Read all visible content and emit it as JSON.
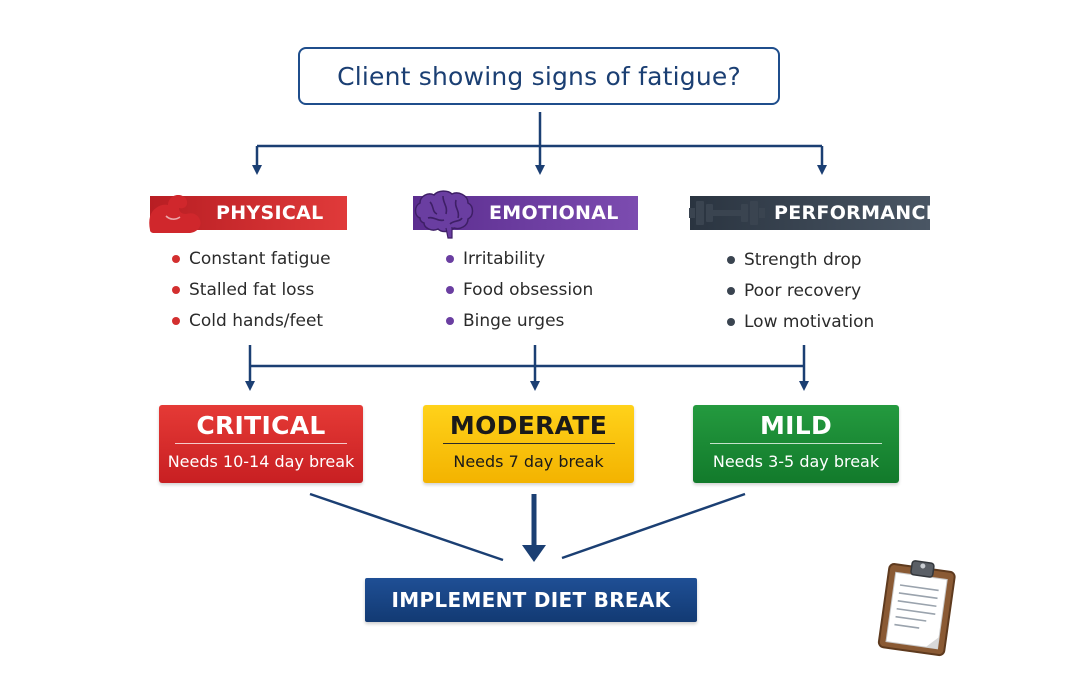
{
  "question": "Client showing signs of fatigue?",
  "categories": {
    "physical": {
      "label": "PHYSICAL",
      "icon": "flexed-arm-icon",
      "color": "#d32f2f",
      "items": [
        "Constant fatigue",
        "Stalled fat loss",
        "Cold hands/feet"
      ]
    },
    "emotional": {
      "label": "EMOTIONAL",
      "icon": "brain-icon",
      "color": "#6a3ea1",
      "items": [
        "Irritability",
        "Food obsession",
        "Binge urges"
      ]
    },
    "performance": {
      "label": "PERFORMANCE",
      "icon": "dumbbell-icon",
      "color": "#3a4450",
      "items": [
        "Strength drop",
        "Poor recovery",
        "Low motivation"
      ]
    }
  },
  "severity": {
    "critical": {
      "title": "CRITICAL",
      "sub": "Needs 10-14 day break",
      "color": "#d32f2f"
    },
    "moderate": {
      "title": "MODERATE",
      "sub": "Needs 7 day break",
      "color": "#f5b800"
    },
    "mild": {
      "title": "MILD",
      "sub": "Needs 3-5 day break",
      "color": "#1e8a35"
    }
  },
  "action": "IMPLEMENT DIET BREAK",
  "decor_icon": "clipboard-icon"
}
